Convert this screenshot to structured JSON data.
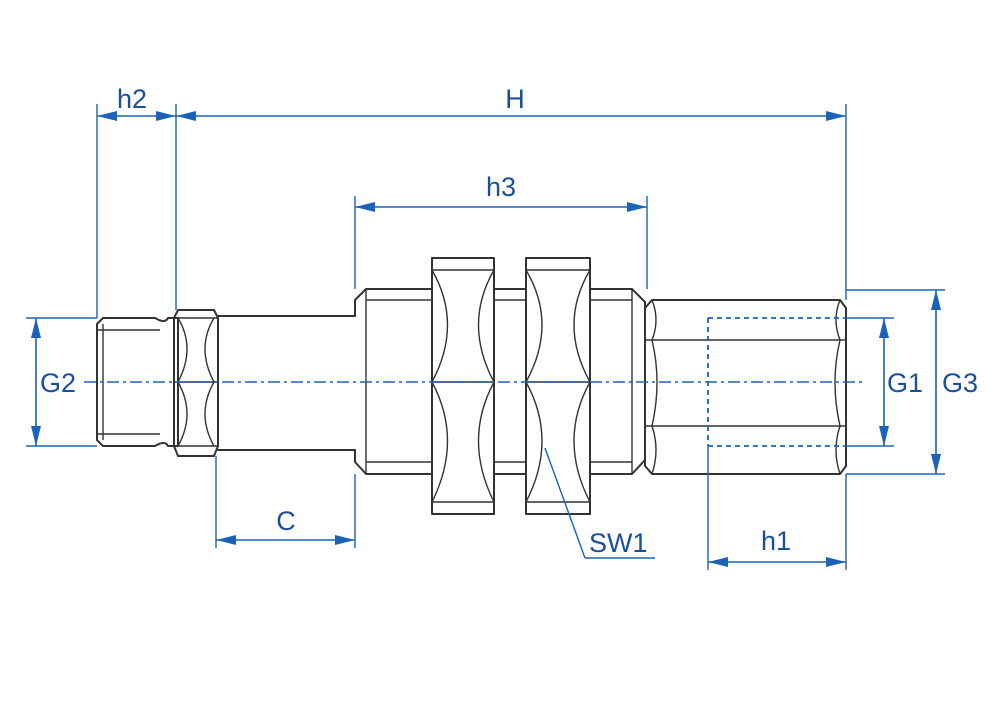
{
  "labels": {
    "h2": "h2",
    "H": "H",
    "h3": "h3",
    "G2": "G2",
    "G1": "G1",
    "G3": "G3",
    "C": "C",
    "SW1": "SW1",
    "h1": "h1"
  },
  "colors": {
    "dimension": "#1a63b8",
    "label": "#1a4f9c",
    "outline": "#333333"
  }
}
